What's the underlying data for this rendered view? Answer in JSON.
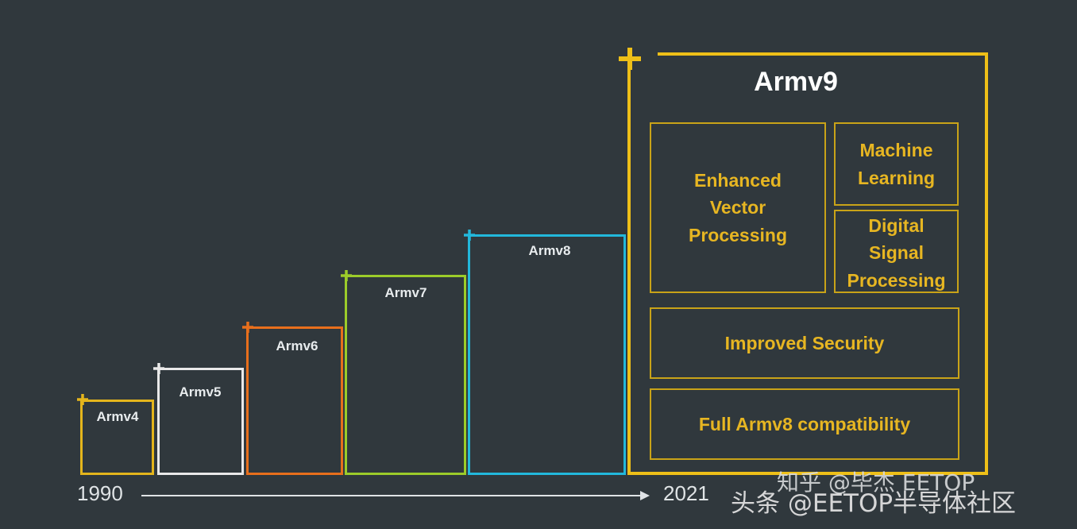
{
  "colors": {
    "background": "#30383d",
    "armv4": "#e4b51c",
    "armv5": "#e9e9e9",
    "armv6": "#e86f1c",
    "armv7": "#9ccc2a",
    "armv8": "#22b8dc",
    "armv9": "#eebf18",
    "feature_text": "#e7b622"
  },
  "architectures": [
    {
      "name": "Armv4"
    },
    {
      "name": "Armv5"
    },
    {
      "name": "Armv6"
    },
    {
      "name": "Armv7"
    },
    {
      "name": "Armv8"
    }
  ],
  "armv9": {
    "title": "Armv9",
    "features": [
      "Enhanced\nVector\nProcessing",
      "Machine\nLearning",
      "Digital\nSignal\nProcessing",
      "Improved Security",
      "Full Armv8 compatibility"
    ]
  },
  "timeline": {
    "start": "1990",
    "end": "2021"
  },
  "watermarks": [
    "知乎 @毕杰 EETOP",
    "头条 @EETOP半导体社区"
  ]
}
